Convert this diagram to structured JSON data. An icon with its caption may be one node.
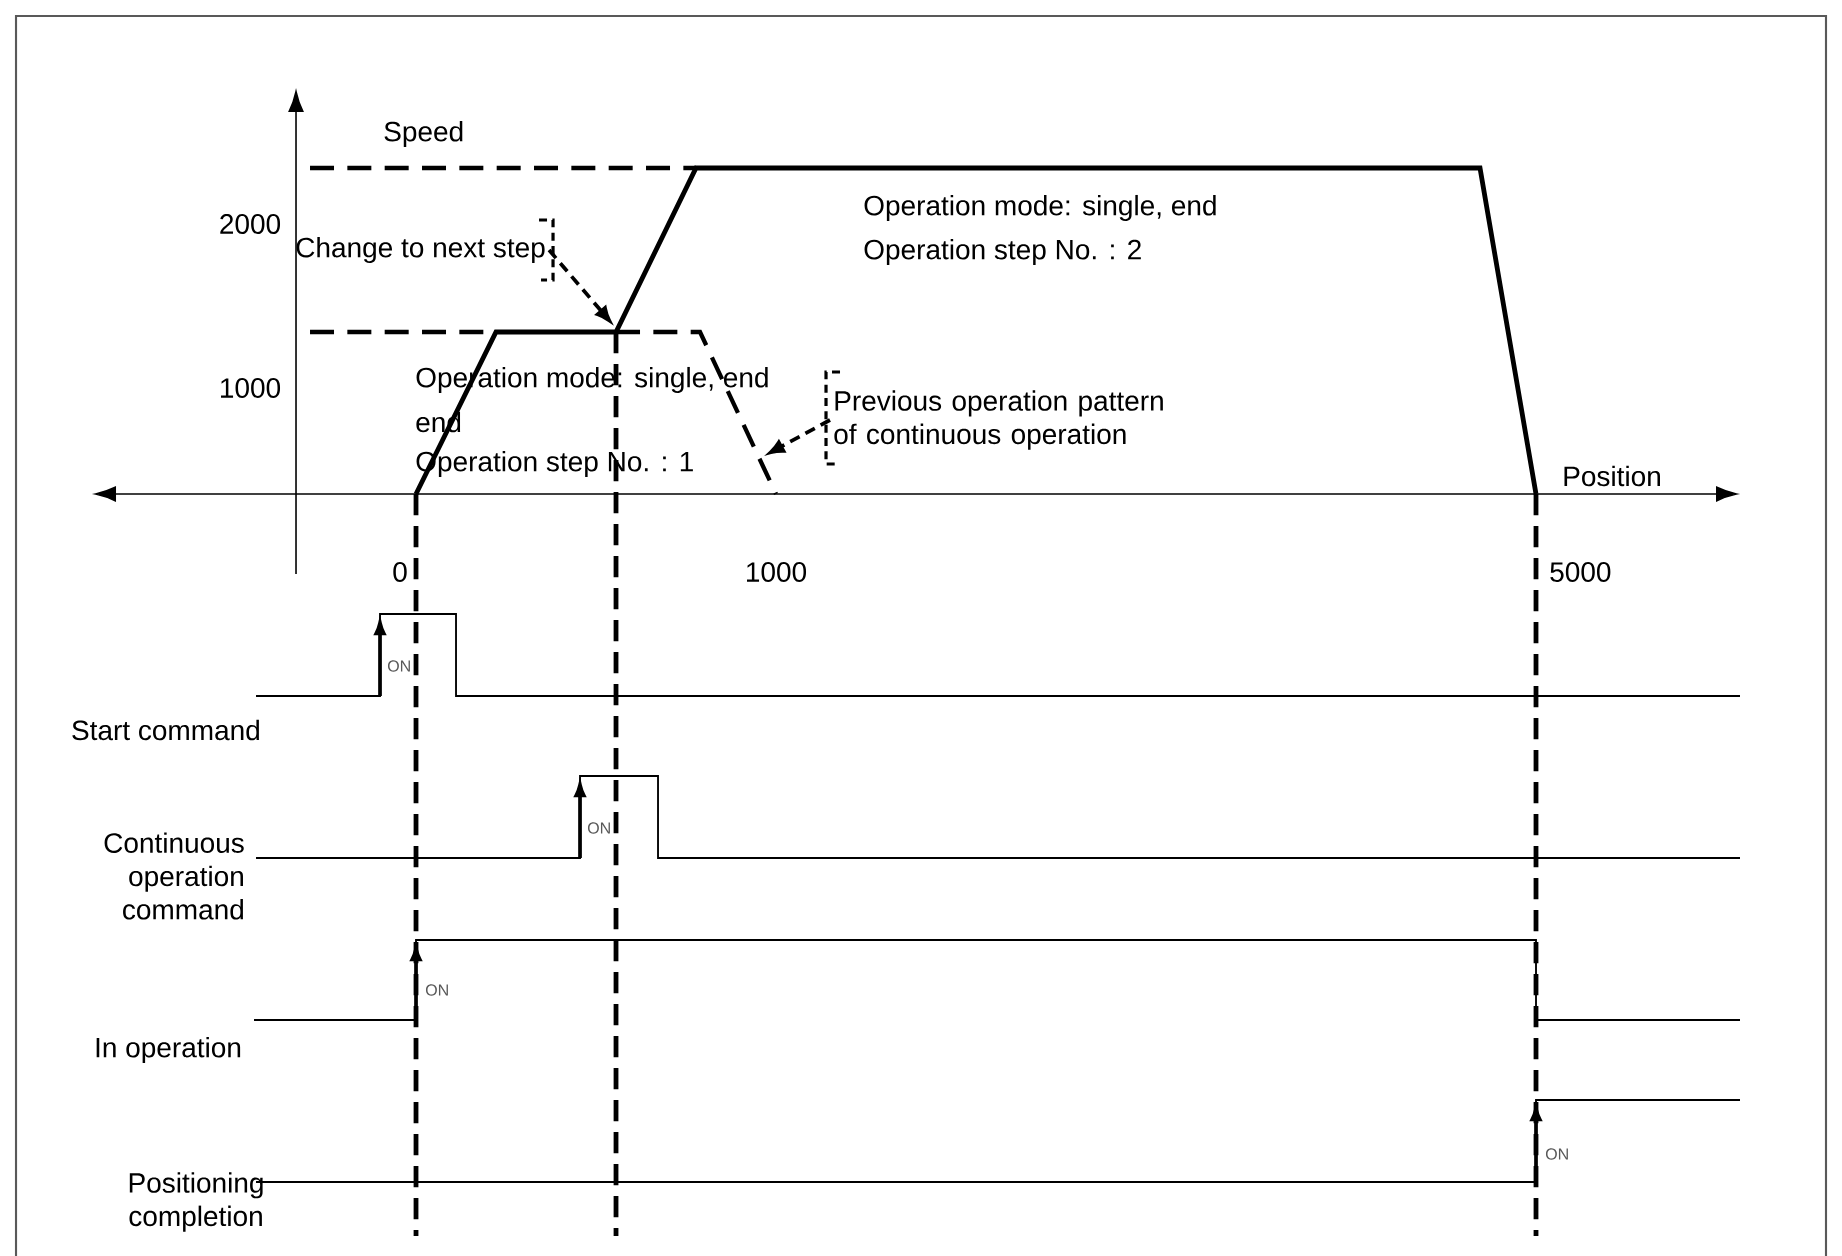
{
  "diagram": {
    "nodes": [
      {
        "text": [
          "Change to next step"
        ]
      },
      {
        "text": [
          "Previous operation pattern of continuous operation"
        ]
      }
    ],
    "edges": [
      {
        "from": 0,
        "to": null,
        "arrow": "to",
        "style": "dashed"
      },
      {
        "from": 1,
        "to": null,
        "arrow": "to",
        "style": "dashed"
      }
    ],
    "labels": [
      "Speed",
      "2000",
      "1000",
      "Operation mode: single, end",
      "Operation step No. : 2",
      "Operation mode: single, end",
      "end",
      "Operation step No. : 1",
      "Position",
      "0",
      "1000",
      "5000",
      "ON",
      "Start command",
      "ON",
      "Continuous operation command",
      "ON",
      "In operation",
      "ON",
      "Positioning completion"
    ]
  }
}
